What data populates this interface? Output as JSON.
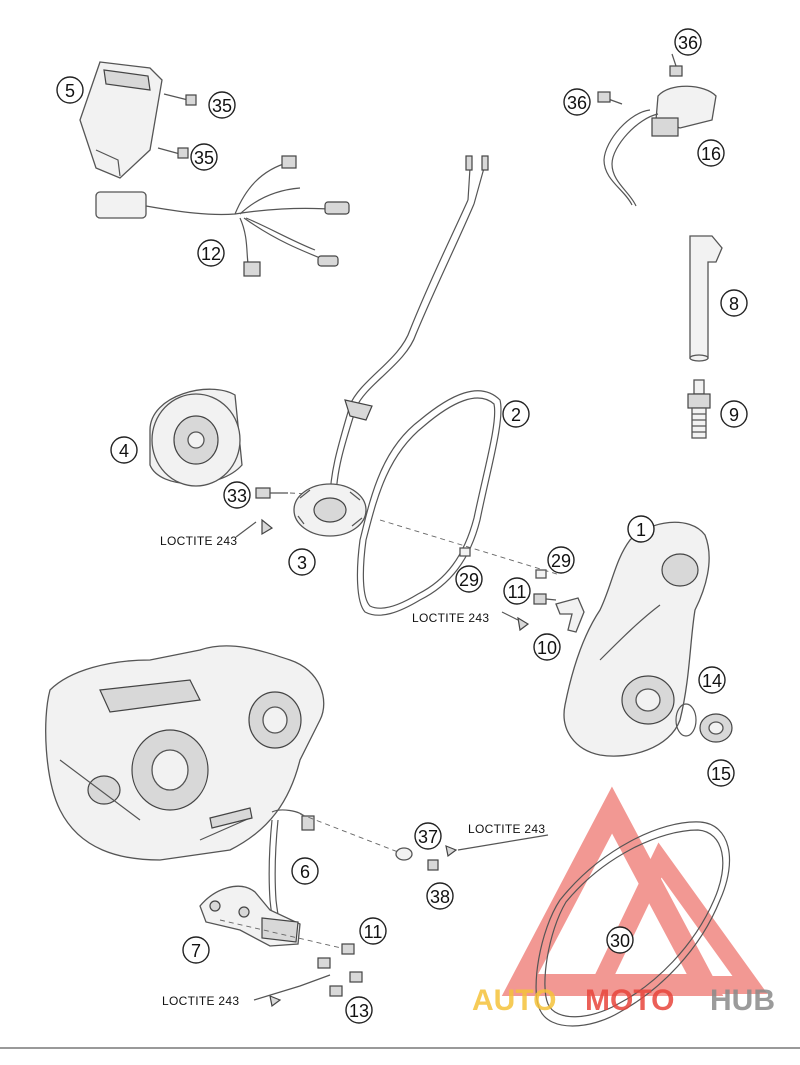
{
  "callouts": [
    "1",
    "2",
    "3",
    "4",
    "5",
    "6",
    "7",
    "8",
    "9",
    "10",
    "11",
    "11",
    "12",
    "13",
    "14",
    "15",
    "16",
    "29",
    "29",
    "30",
    "33",
    "35",
    "35",
    "36",
    "36",
    "37",
    "38"
  ],
  "loctite_label": "LOCTITE 243",
  "watermark": {
    "part1": "AUTO",
    "part2": "MOTO",
    "part3": "HUB",
    "color1": "#f5c23a",
    "color2": "#e8453c",
    "color3": "#8a8a8a"
  }
}
